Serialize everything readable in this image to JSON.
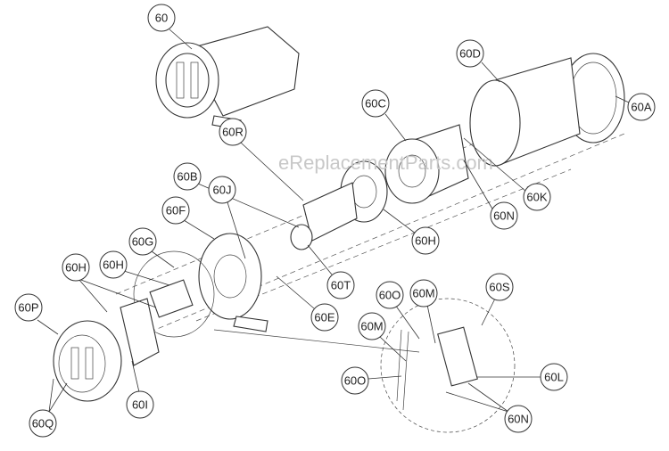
{
  "watermark": "eReplacementParts.com",
  "callouts": {
    "c60": "60",
    "c60D": "60D",
    "c60A": "60A",
    "c60C": "60C",
    "c60R": "60R",
    "c60K": "60K",
    "c60N_top": "60N",
    "c60B": "60B",
    "c60J": "60J",
    "c60H_right": "60H",
    "c60F": "60F",
    "c60G": "60G",
    "c60H_mid": "60H",
    "c60H_left": "60H",
    "c60T": "60T",
    "c60E": "60E",
    "c60P": "60P",
    "c60I": "60I",
    "c60Q": "60Q",
    "c60O_top": "60O",
    "c60M_top": "60M",
    "c60M_left": "60M",
    "c60O_bottom": "60O",
    "c60S": "60S",
    "c60L": "60L",
    "c60N_bottom": "60N"
  }
}
